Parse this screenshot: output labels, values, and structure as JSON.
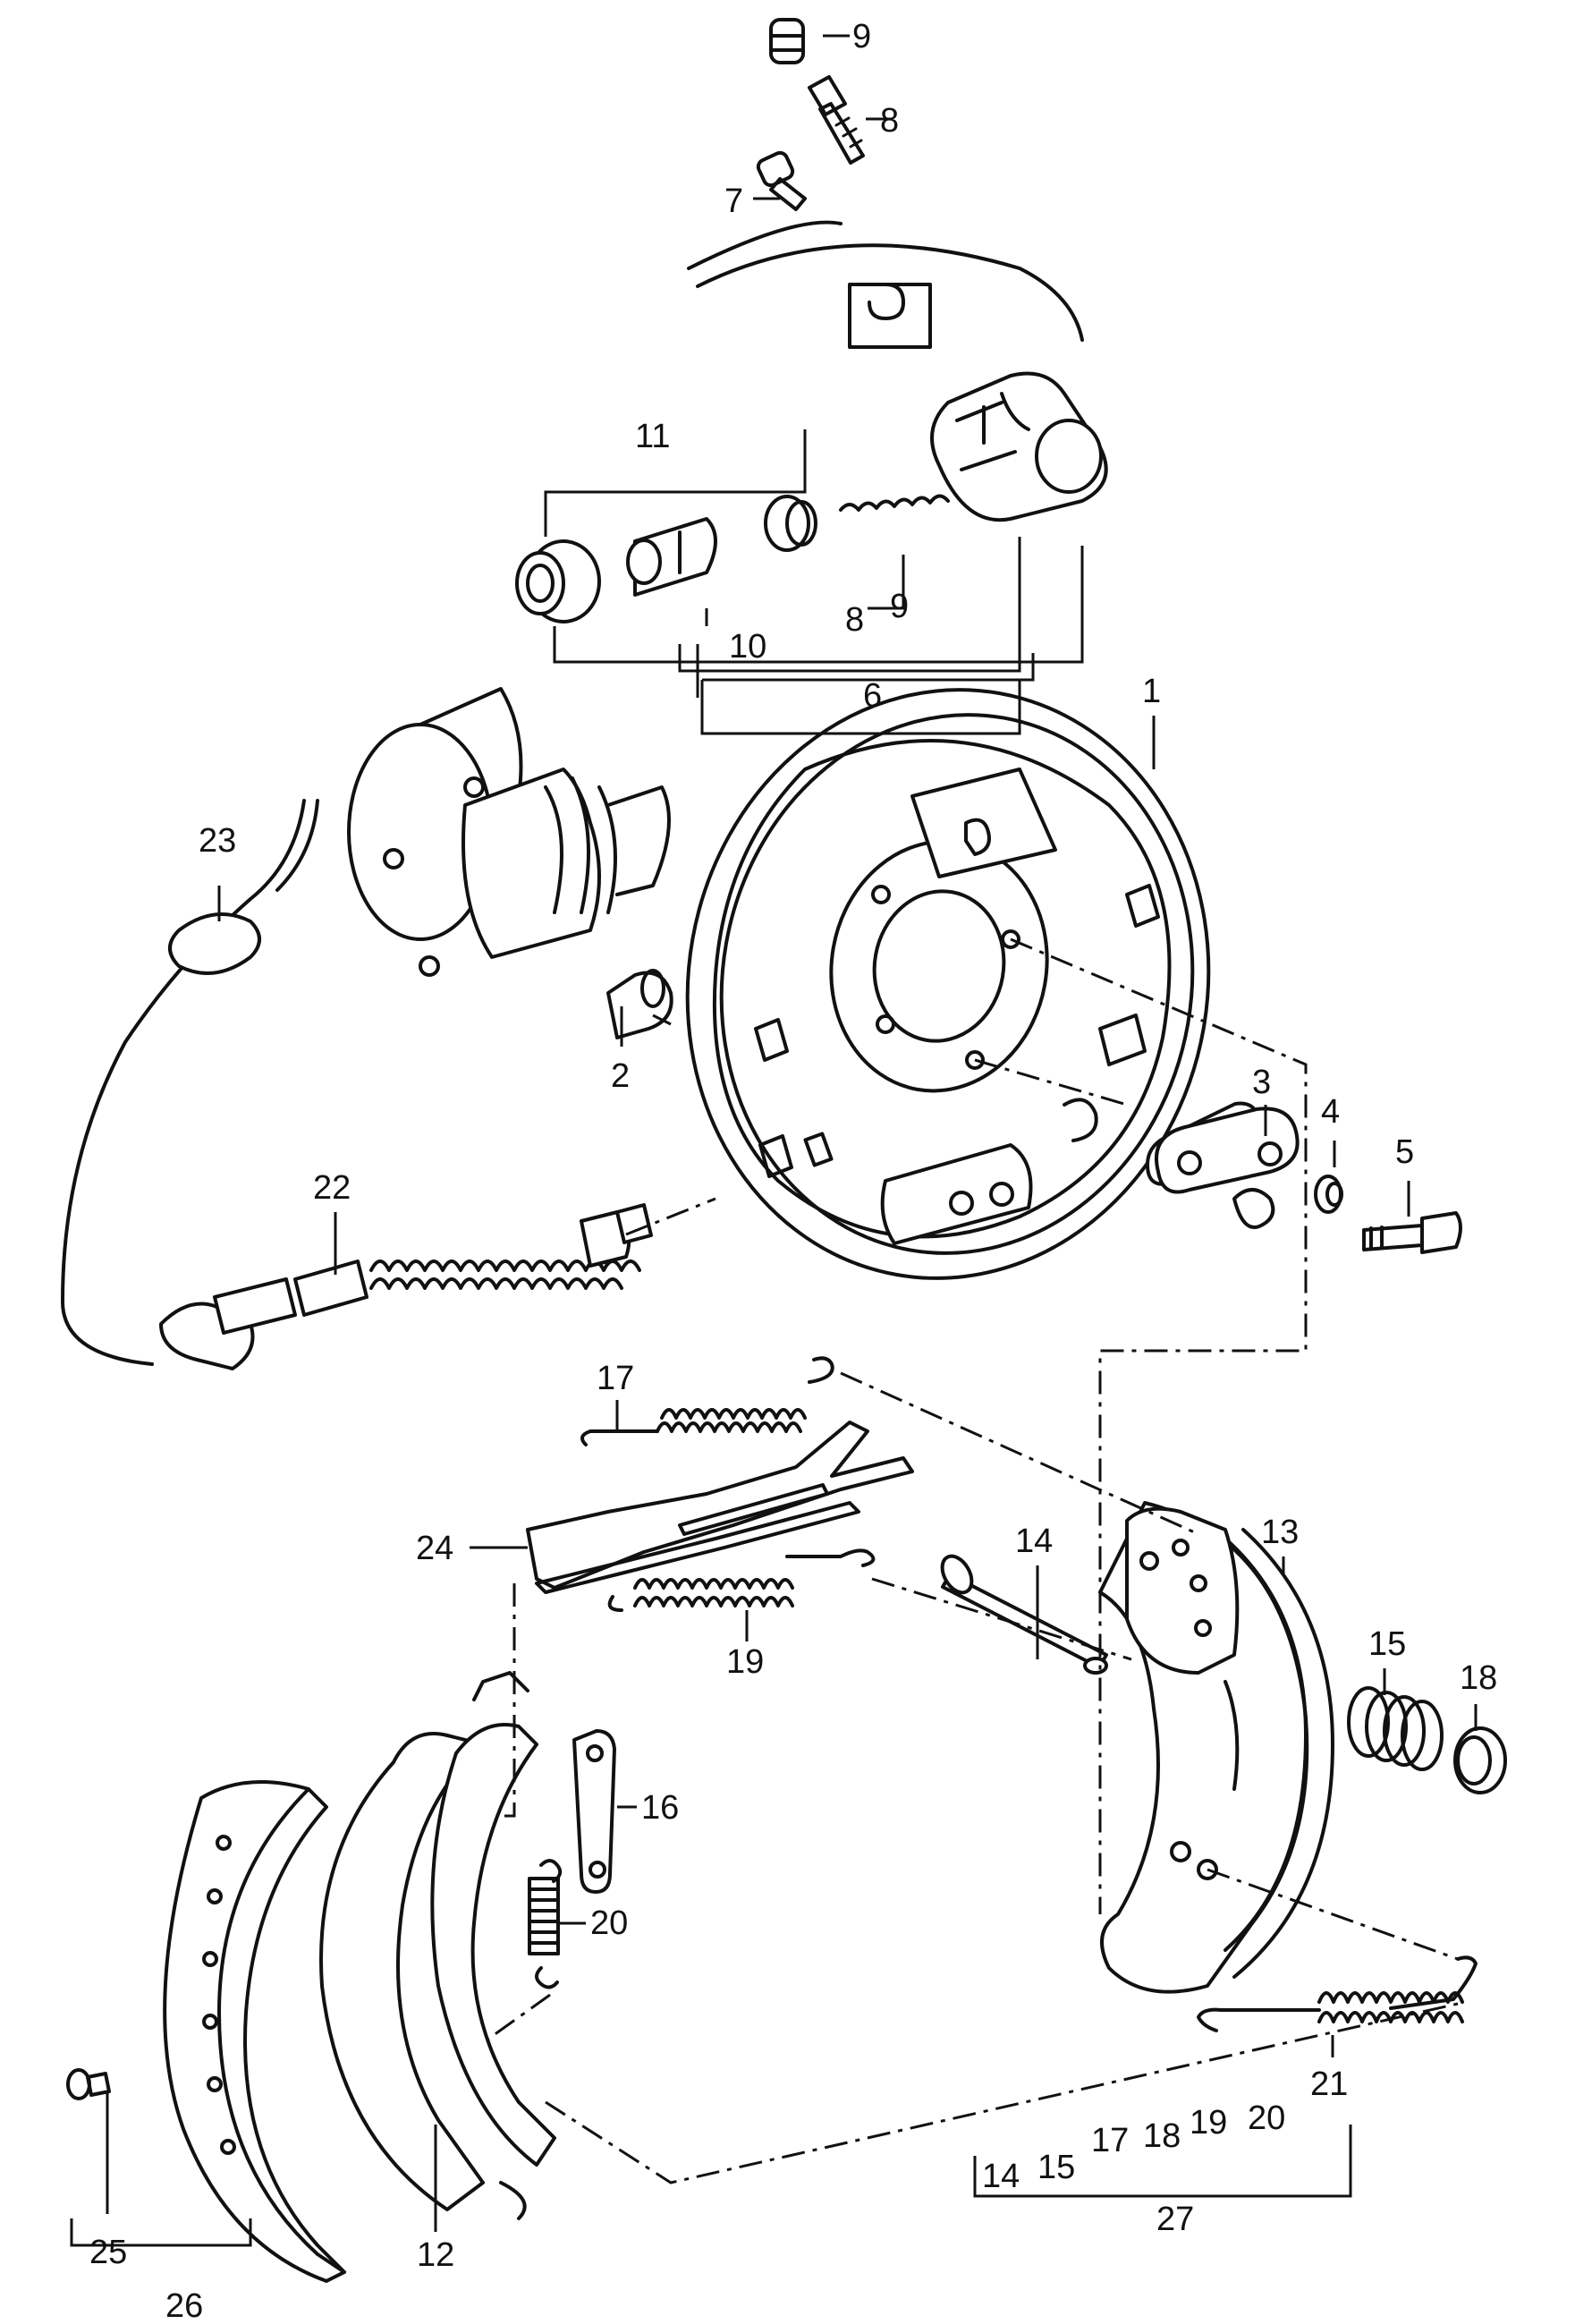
{
  "callouts": {
    "p1": "1",
    "p2": "2",
    "p3": "3",
    "p4": "4",
    "p5": "5",
    "p6": "6",
    "p7": "7",
    "p8": "8",
    "p9": "9",
    "p10": "10",
    "p11": "11",
    "p12": "12",
    "p13": "13",
    "p14": "14",
    "p15": "15",
    "p16": "16",
    "p17": "17",
    "p18": "18",
    "p19": "19",
    "p20": "20",
    "p21": "21",
    "p22": "22",
    "p23": "23",
    "p24": "24",
    "p25": "25",
    "p26": "26",
    "p27": "27"
  },
  "kit_cylinder_sub": {
    "a": "10",
    "b": "8",
    "c": "9"
  },
  "kit_27_sub": [
    "14",
    "15",
    "17",
    "18",
    "19",
    "20",
    "21"
  ],
  "colors": {
    "ink": "#111111",
    "paper": "#ffffff"
  }
}
